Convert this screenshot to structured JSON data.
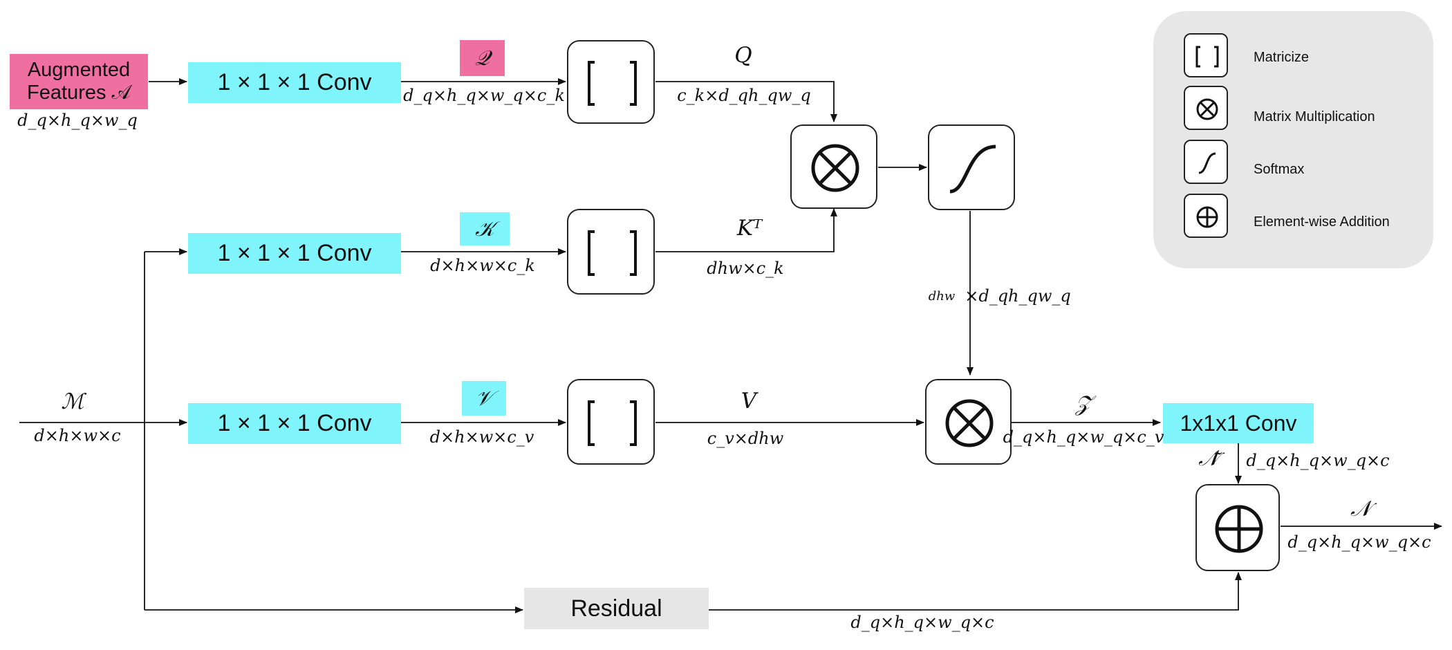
{
  "inputs": {
    "augmented_features": "Augmented Features 𝒜",
    "augmented_dim": "d_q×h_q×w_q",
    "m_symbol": "ℳ",
    "m_dim": "d×h×w×c"
  },
  "convs": {
    "conv_q": "1 × 1 × 1 Conv",
    "conv_k": "1 × 1 × 1 Conv",
    "conv_v": "1 × 1 × 1 Conv",
    "conv_out": "1x1x1 Conv",
    "residual": "Residual"
  },
  "symbols": {
    "q_script": "𝒬",
    "k_script": "𝒦",
    "v_script": "𝒱",
    "q": "Q",
    "kt": "Kᵀ",
    "v": "V",
    "z": "𝒵",
    "n_tilde": "𝒩̃",
    "n": "𝒩"
  },
  "dims": {
    "q_conv_out": "d_q×h_q×w_q×c_k",
    "k_conv_out": "d×h×w×c_k",
    "v_conv_out": "d×h×w×c_v",
    "q_mat": "c_k×d_qh_qw_q",
    "kt_mat": "dhw×c_k",
    "v_mat": "c_v×dhw",
    "attn_dhw": "dhw",
    "attn_rest": "×d_qh_qw_q",
    "z_dim": "d_q×h_q×w_q×c_v",
    "n_tilde_dim": "d_q×h_q×w_q×c",
    "n_dim": "d_q×h_q×w_q×c",
    "residual_dim": "d_q×h_q×w_q×c"
  },
  "legend": {
    "matricize": "Matricize",
    "matrix_multiplication": "Matrix Multiplication",
    "softmax": "Softmax",
    "elementwise_addition": "Element-wise Addition"
  },
  "colors": {
    "conv_fill": "#7ff5fb",
    "feature_fill": "#ef6fa0",
    "residual_fill": "#e6e6e6",
    "legend_fill": "#e7e7e7"
  }
}
